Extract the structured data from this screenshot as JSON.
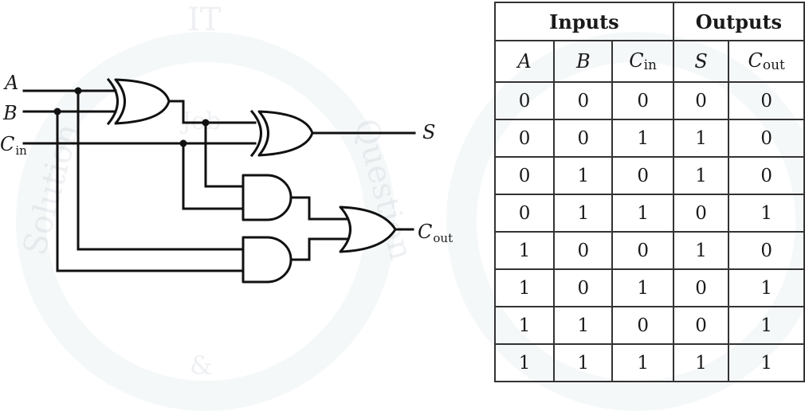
{
  "circuit": {
    "inputs": [
      {
        "main": "A",
        "sub": ""
      },
      {
        "main": "B",
        "sub": ""
      },
      {
        "main": "C",
        "sub": "in"
      }
    ],
    "outputs": [
      {
        "main": "S",
        "sub": ""
      },
      {
        "main": "C",
        "sub": "out"
      }
    ],
    "gates": [
      "XOR",
      "XOR",
      "AND",
      "AND",
      "OR"
    ]
  },
  "truth_table": {
    "groups": [
      {
        "label": "Inputs",
        "span": 3
      },
      {
        "label": "Outputs",
        "span": 2
      }
    ],
    "columns": [
      {
        "main": "A",
        "sub": ""
      },
      {
        "main": "B",
        "sub": ""
      },
      {
        "main": "C",
        "sub": "in"
      },
      {
        "main": "S",
        "sub": ""
      },
      {
        "main": "C",
        "sub": "out"
      }
    ],
    "rows": [
      [
        "0",
        "0",
        "0",
        "0",
        "0"
      ],
      [
        "0",
        "0",
        "1",
        "1",
        "0"
      ],
      [
        "0",
        "1",
        "0",
        "1",
        "0"
      ],
      [
        "0",
        "1",
        "1",
        "0",
        "1"
      ],
      [
        "1",
        "0",
        "0",
        "1",
        "0"
      ],
      [
        "1",
        "0",
        "1",
        "0",
        "1"
      ],
      [
        "1",
        "1",
        "0",
        "0",
        "1"
      ],
      [
        "1",
        "1",
        "1",
        "1",
        "1"
      ]
    ]
  },
  "watermark": {
    "words": [
      "IT",
      "Job",
      "Question",
      "Solution",
      "&"
    ]
  }
}
